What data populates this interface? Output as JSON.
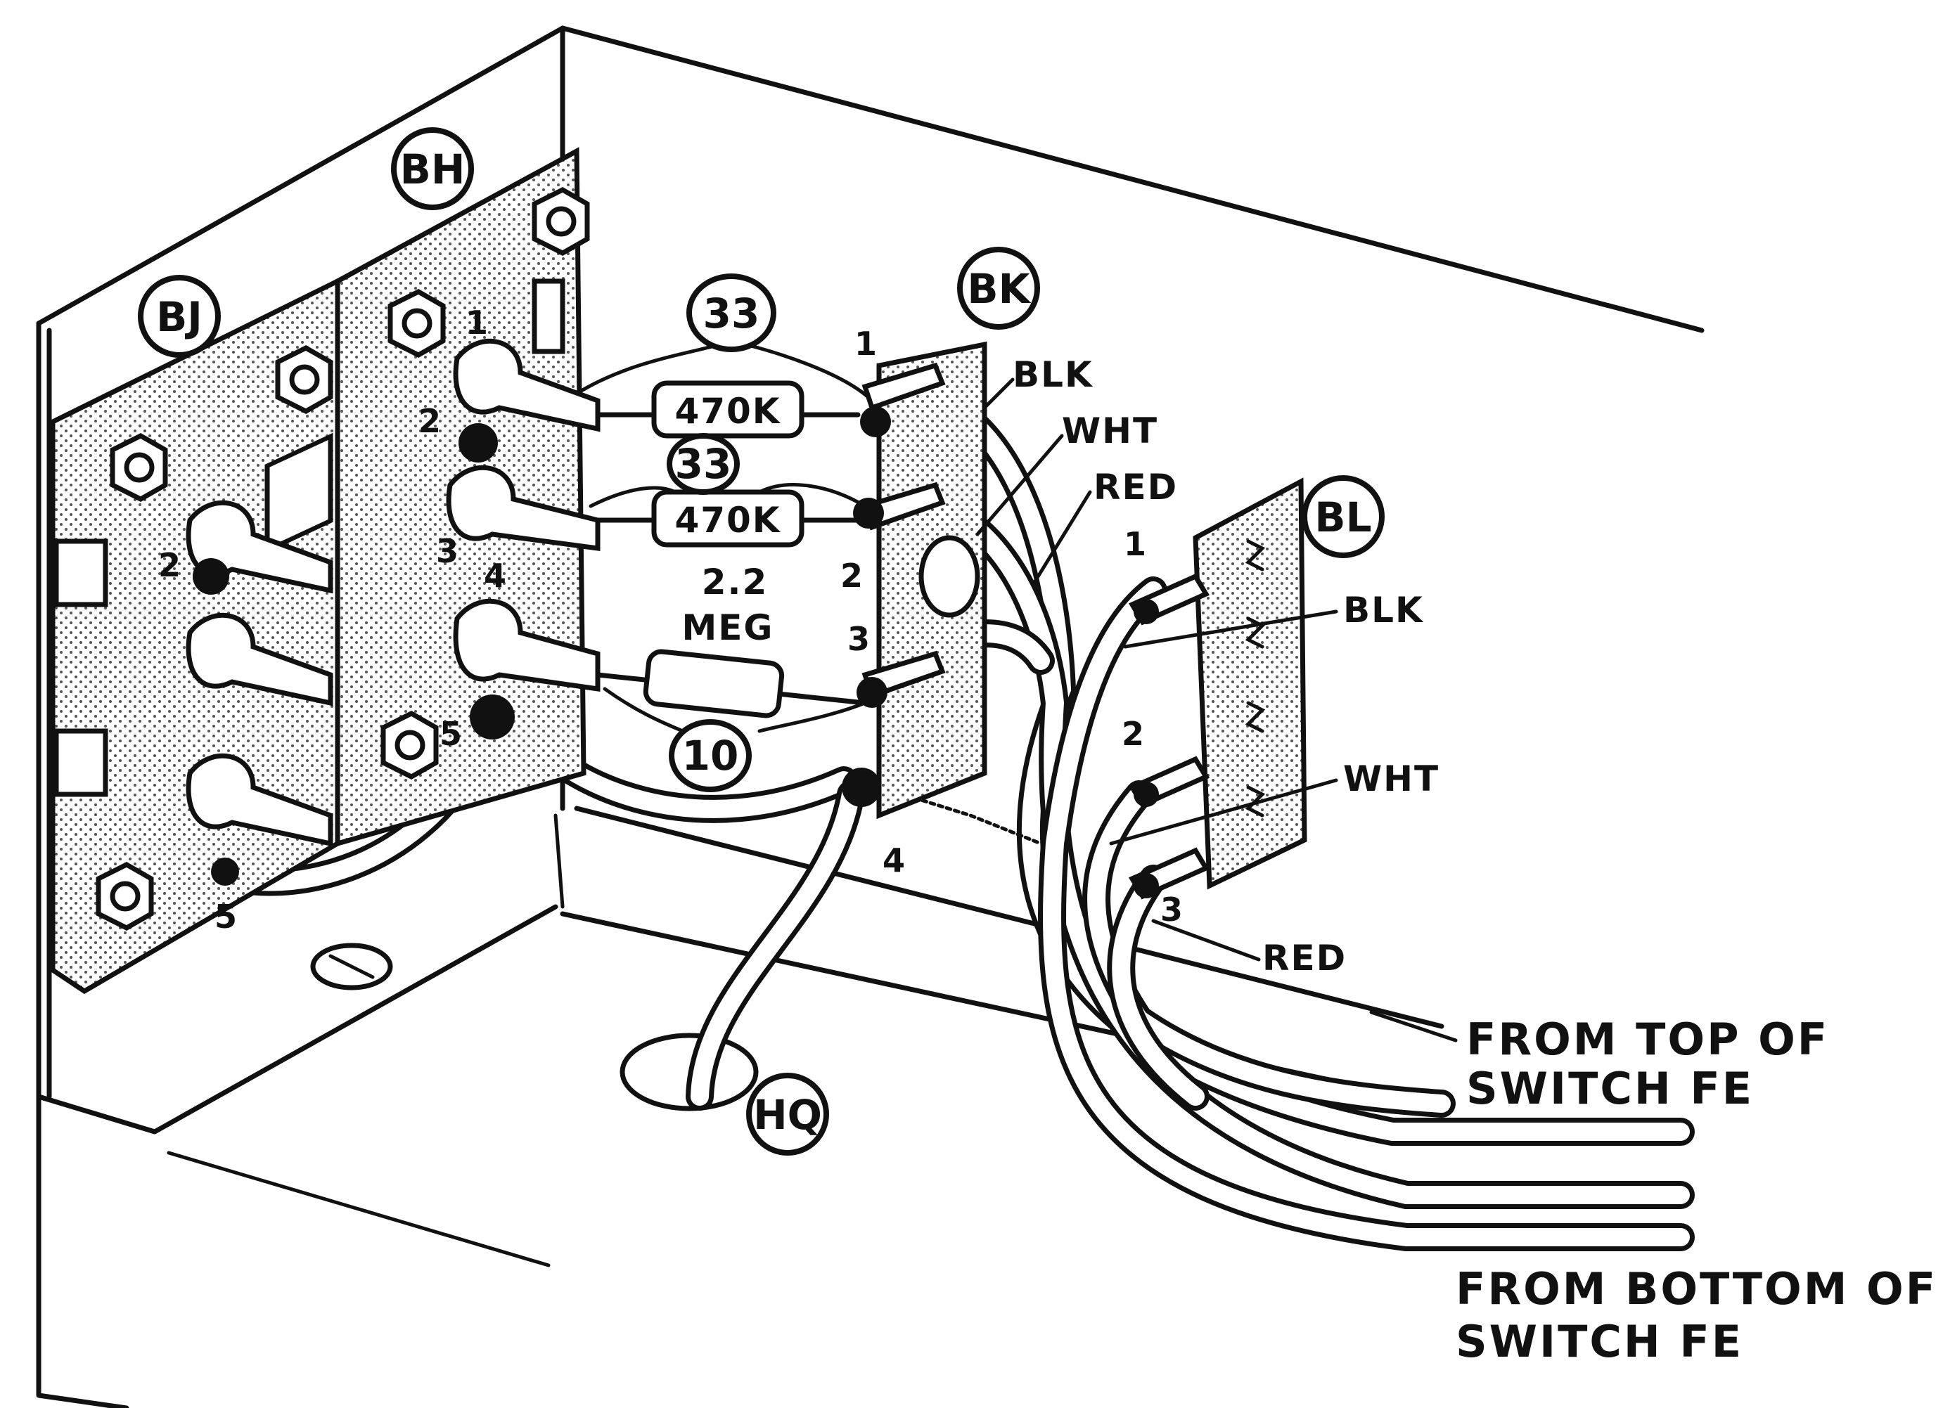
{
  "callouts": {
    "bh": "BH",
    "bj": "BJ",
    "bk": "BK",
    "bl": "BL",
    "hq": "HQ",
    "cap_33_top": "33",
    "cap_33_mid": "33",
    "cap_10": "10"
  },
  "resistors": {
    "r1": "470K",
    "r2": "470K",
    "r3_line1": "2.2",
    "r3_line2": "MEG"
  },
  "wire_labels": {
    "bk_blk": "BLK",
    "bk_wht": "WHT",
    "bk_red": "RED",
    "bl_blk": "BLK",
    "bl_wht": "WHT",
    "bl_red": "RED"
  },
  "captions": {
    "from_top_line1": "FROM TOP OF",
    "from_top_line2": "SWITCH FE",
    "from_bottom_line1": "FROM BOTTOM OF",
    "from_bottom_line2": "SWITCH FE"
  },
  "terminals": {
    "bh_1": "1",
    "bh_2": "2",
    "bh_3": "3",
    "bh_4": "4",
    "bh_5": "5",
    "bj_2": "2",
    "bj_5": "5",
    "bk_1": "1",
    "bk_2": "2",
    "bk_3": "3",
    "bk_4": "4",
    "bl_1": "1",
    "bl_2": "2",
    "bl_3": "3"
  }
}
